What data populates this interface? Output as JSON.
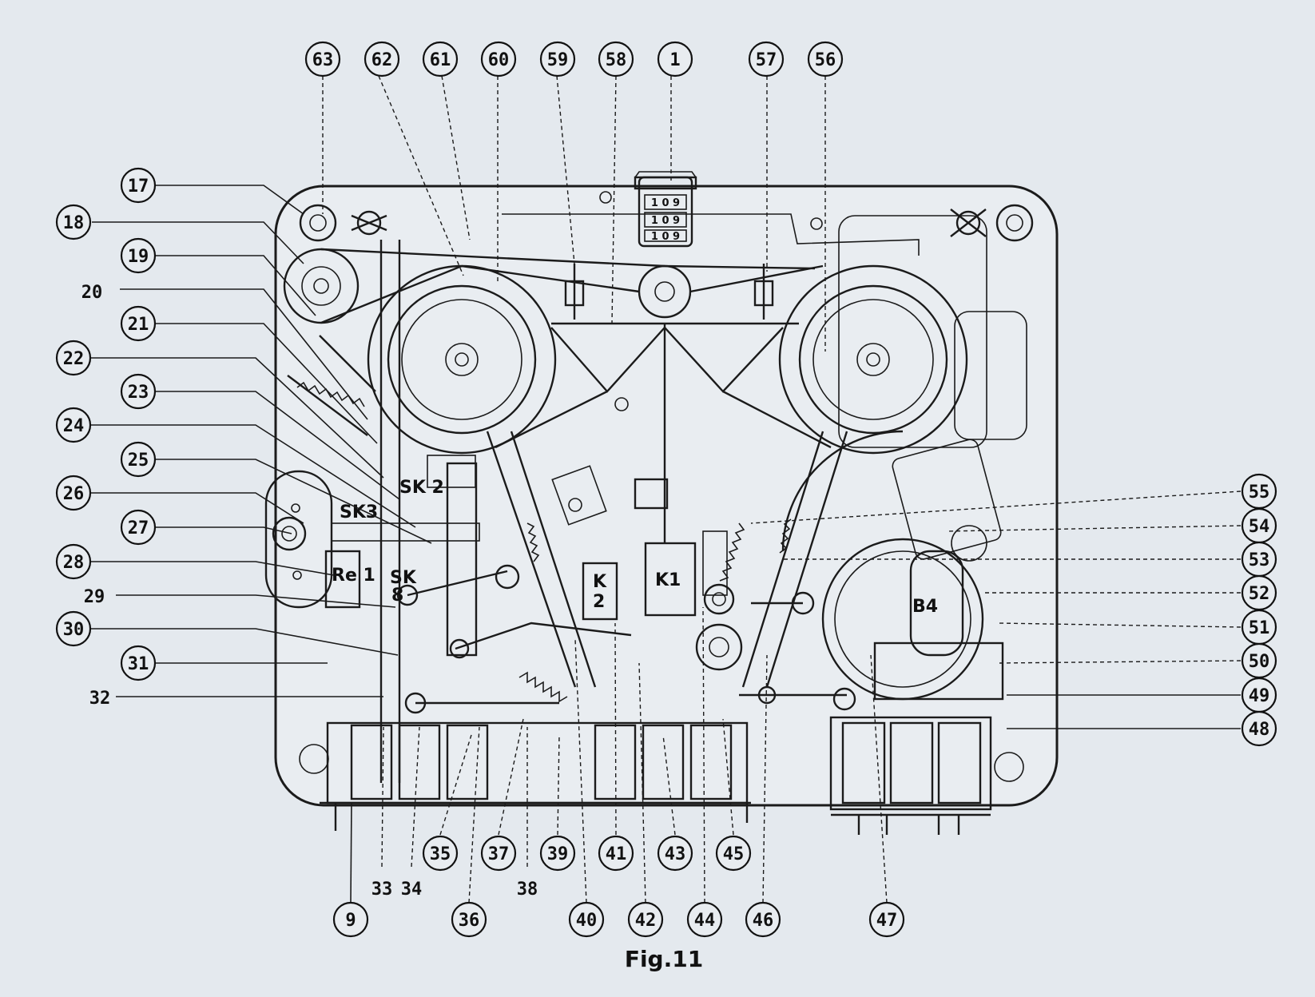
{
  "figure": {
    "caption": "Fig.11"
  },
  "component_labels": {
    "sk2": "SK 2",
    "sk3": "SK3",
    "re1": "Re 1",
    "sk8_a": "SK",
    "sk8_b": "8",
    "k1": "K1",
    "k2_a": "K",
    "k2_b": "2",
    "b4": "B4"
  },
  "counter_digits": [
    "1 0 9",
    "1 0 9",
    "1 0 9"
  ],
  "callouts_circled": [
    "63",
    "62",
    "61",
    "60",
    "59",
    "58",
    "1",
    "57",
    "56",
    "17",
    "18",
    "19",
    "21",
    "22",
    "23",
    "24",
    "25",
    "26",
    "27",
    "28",
    "30",
    "31",
    "55",
    "54",
    "53",
    "52",
    "51",
    "50",
    "49",
    "48",
    "35",
    "37",
    "39",
    "41",
    "43",
    "45",
    "9",
    "36",
    "40",
    "42",
    "44",
    "46",
    "47"
  ],
  "callouts_plain": [
    "20",
    "29",
    "32",
    "33",
    "34",
    "38"
  ]
}
